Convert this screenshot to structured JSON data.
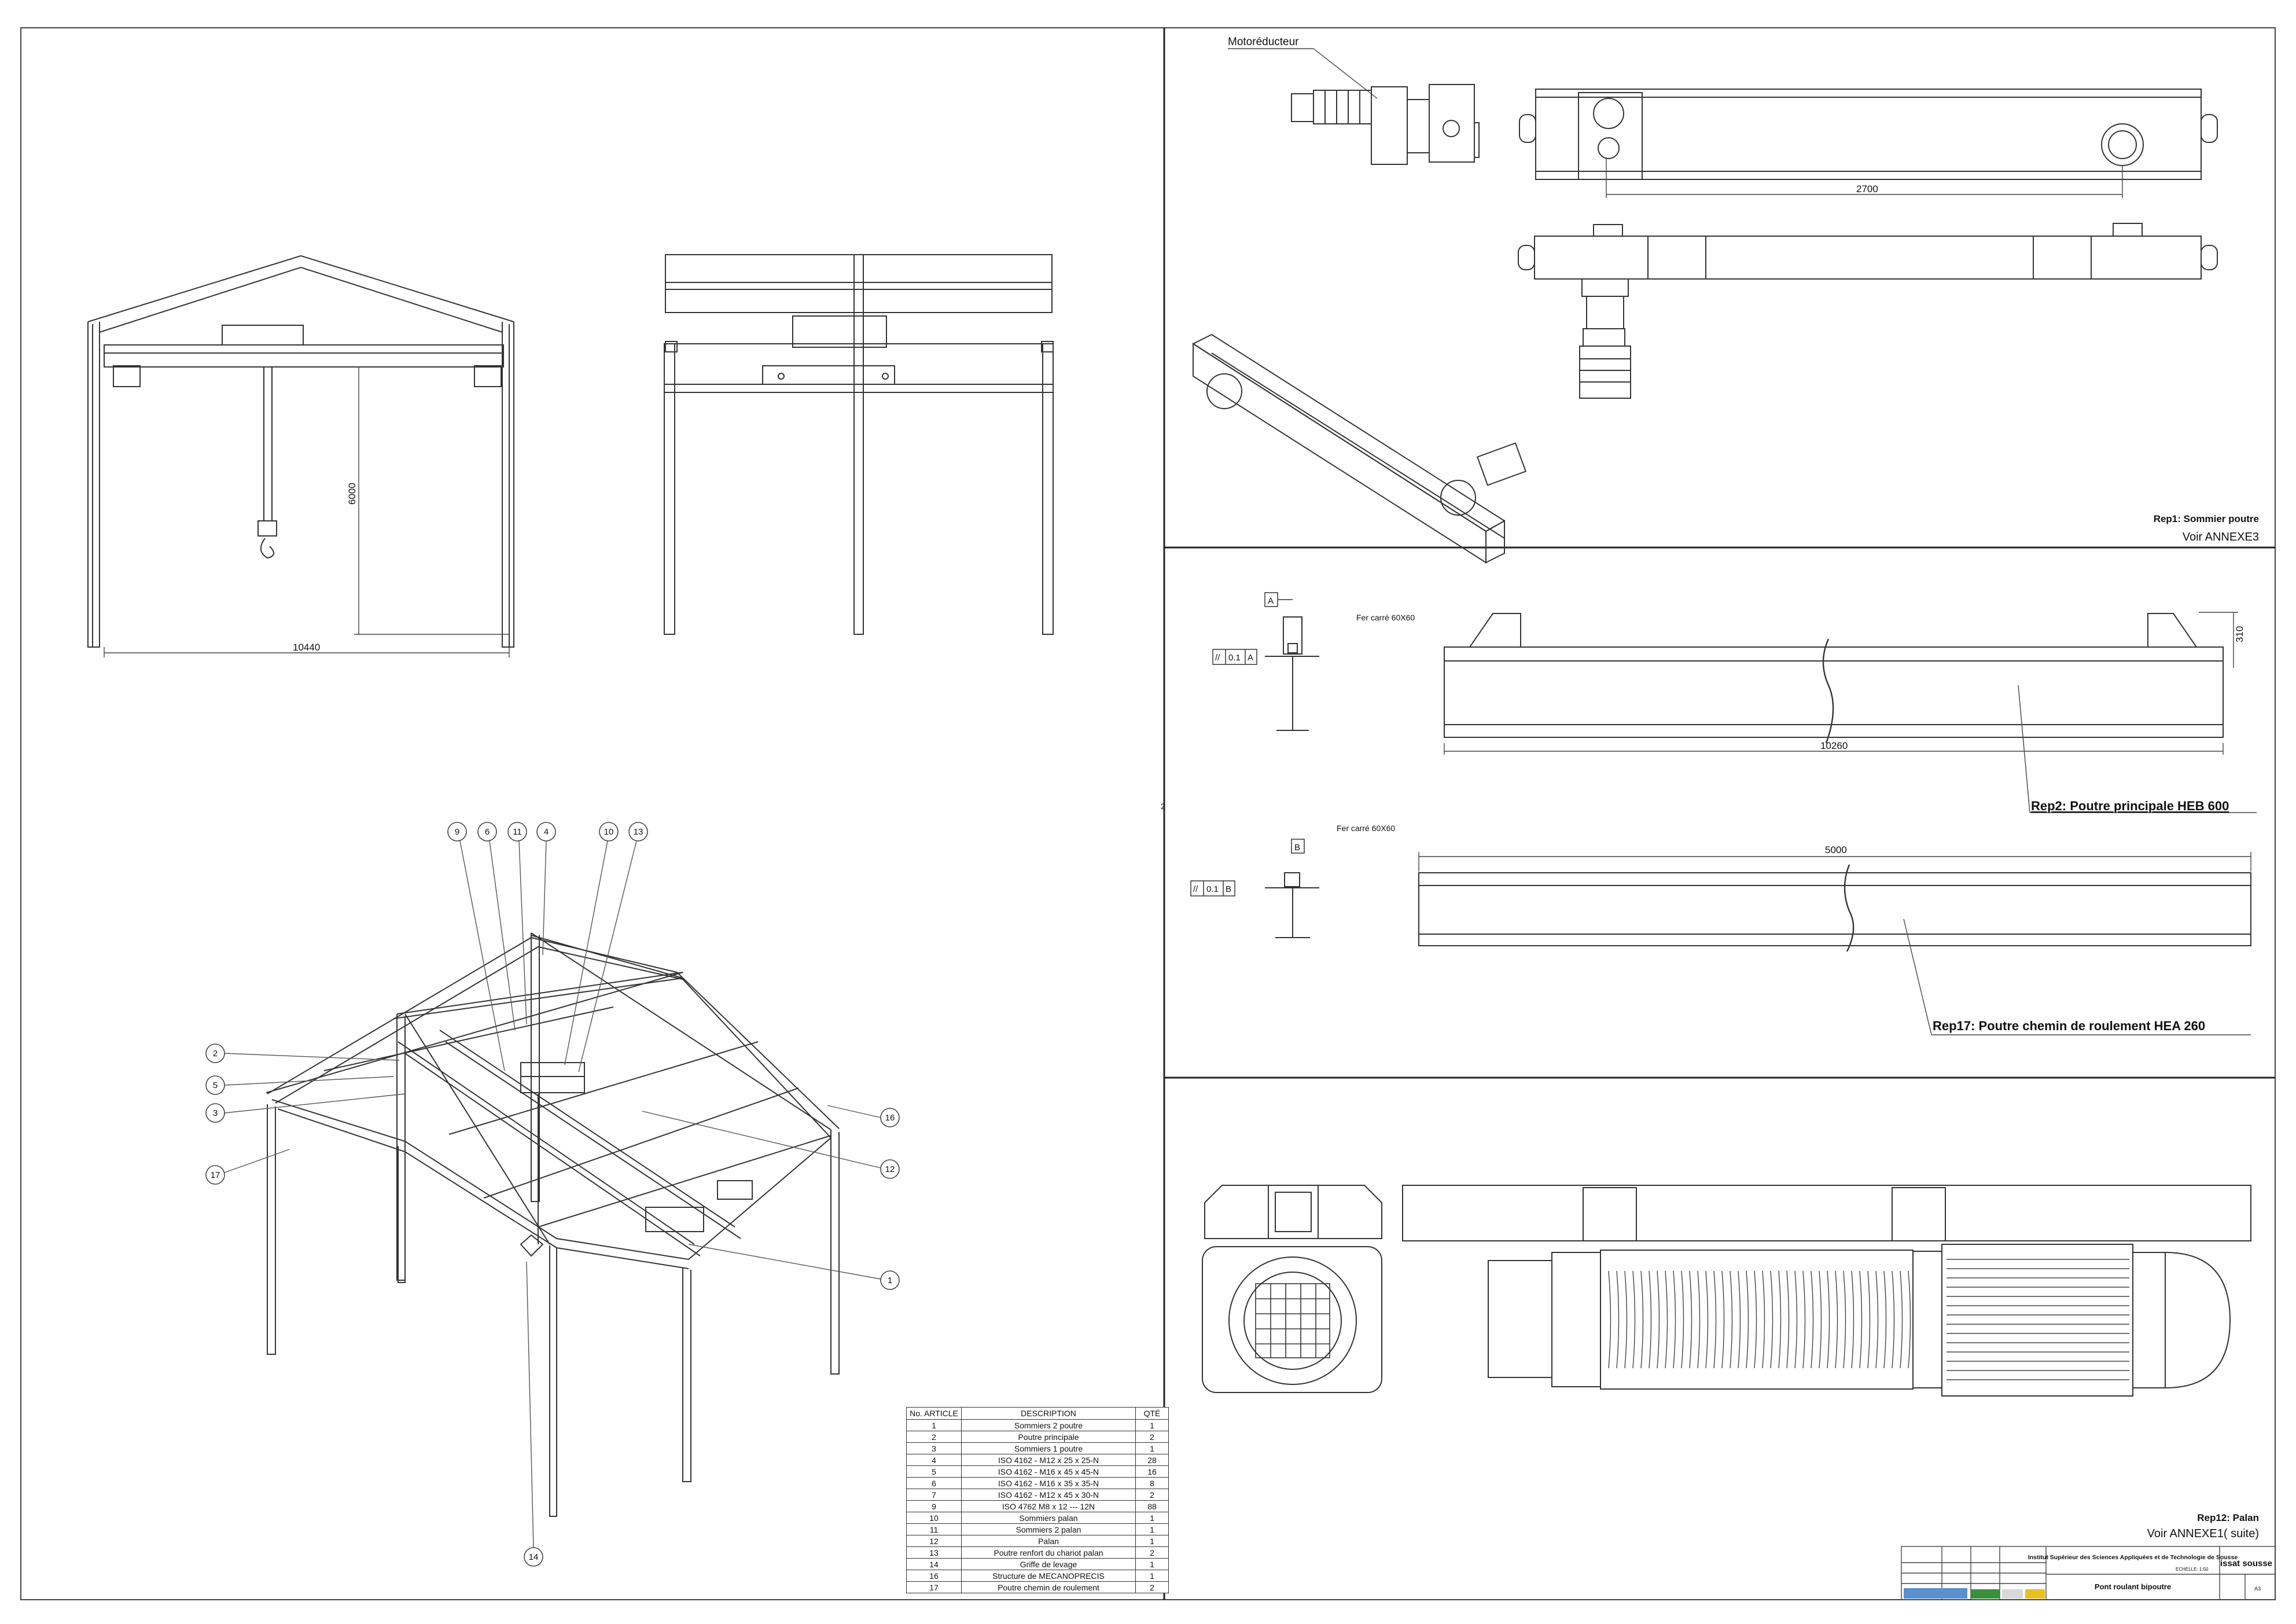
{
  "dimensions": {
    "front_width": "10440",
    "front_height": "6000",
    "rep1_length": "2700",
    "rep2_height": "310",
    "rep2_length": "10260",
    "rep17_length": "5000"
  },
  "labels": {
    "motoreducteur": "Motoréducteur",
    "rep1_title": "Rep1: Sommier poutre",
    "rep1_ref": "Voir ANNEXE3",
    "rep2_title": "Rep2: Poutre principale HEB 600",
    "rep17_title": "Rep17: Poutre chemin de roulement  HEA 260",
    "rep12_title": "Rep12: Palan",
    "rep12_ref": "Voir ANNEXE1( suite)",
    "fer_carre_1": "Fer carré 60X60",
    "fer_carre_2": "Fer carré 60X60",
    "datum_a": "A",
    "datum_b": "B",
    "tol_a_sym": "//",
    "tol_a_val": "0.1",
    "tol_a_ref": "A",
    "tol_b_sym": "//",
    "tol_b_val": "0.1",
    "tol_b_ref": "B",
    "sheet_mark": "2"
  },
  "balloons": [
    "9",
    "6",
    "11",
    "4",
    "10",
    "13",
    "2",
    "5",
    "3",
    "17",
    "16",
    "12",
    "1",
    "14"
  ],
  "bom": {
    "headers": [
      "No. ARTICLE",
      "DESCRIPTION",
      "QTÉ"
    ],
    "rows": [
      [
        "1",
        "Sommiers 2 poutre",
        "1"
      ],
      [
        "2",
        "Poutre principale",
        "2"
      ],
      [
        "3",
        "Sommiers 1 poutre",
        "1"
      ],
      [
        "4",
        "ISO 4162 - M12 x 25 x 25-N",
        "28"
      ],
      [
        "5",
        "ISO 4162 - M16 x 45 x 45-N",
        "16"
      ],
      [
        "6",
        "ISO 4162 - M16 x 35 x 35-N",
        "8"
      ],
      [
        "7",
        "ISO 4162 - M12 x 45 x 30-N",
        "2"
      ],
      [
        "9",
        "ISO 4762 M8 x 12 --- 12N",
        "88"
      ],
      [
        "10",
        "Sommiers palan",
        "1"
      ],
      [
        "11",
        "Sommiers 2 palan",
        "1"
      ],
      [
        "12",
        "Palan",
        "1"
      ],
      [
        "13",
        "Poutre renfort du chariot palan",
        "2"
      ],
      [
        "14",
        "Griffe de levage",
        "1"
      ],
      [
        "16",
        "Structure de MECANOPRECIS",
        "1"
      ],
      [
        "17",
        "Poutre chemin de roulement",
        "2"
      ]
    ]
  },
  "title_block": {
    "institute": "Institut Supérieur des Sciences Appliquées et de Technologie de Sousse",
    "drawing_title": "Pont roulant bipoutre",
    "logo_text": "issat sousse",
    "scale": "ECHELLE: 1:50",
    "sheet": "A3"
  }
}
